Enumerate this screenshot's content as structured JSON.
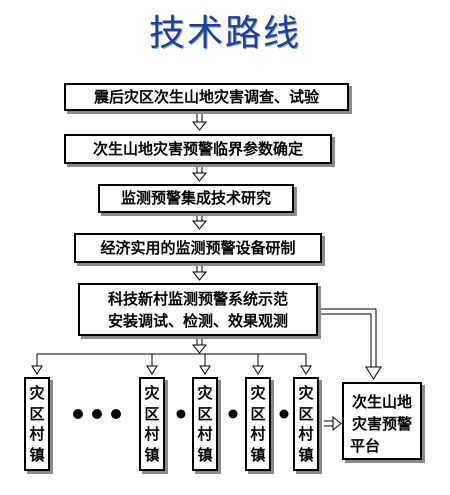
{
  "title": "技术路线",
  "steps": [
    {
      "lines": [
        "震后灾区次生山地灾害调查、试验"
      ]
    },
    {
      "lines": [
        "次生山地灾害预警临界参数确定"
      ]
    },
    {
      "lines": [
        "监测预警集成技术研究"
      ]
    },
    {
      "lines": [
        "经济实用的监测预警设备研制"
      ]
    },
    {
      "lines": [
        "科技新村监测预警系统示范",
        "安装调试、检测、效果观测"
      ]
    }
  ],
  "villages": [
    {
      "chars": [
        "灾",
        "区",
        "村",
        "镇"
      ]
    },
    {
      "chars": [
        "灾",
        "区",
        "村",
        "镇"
      ]
    },
    {
      "chars": [
        "灾",
        "区",
        "村",
        "镇"
      ]
    },
    {
      "chars": [
        "灾",
        "区",
        "村",
        "镇"
      ]
    },
    {
      "chars": [
        "灾",
        "区",
        "村",
        "镇"
      ]
    }
  ],
  "platform": {
    "lines": [
      "次生山地",
      "灾害预警",
      "平台"
    ]
  }
}
